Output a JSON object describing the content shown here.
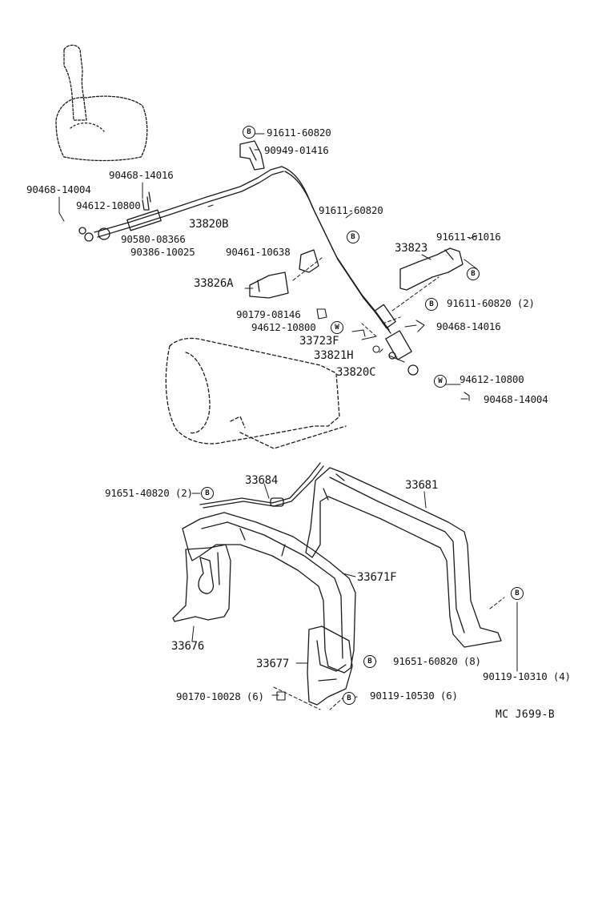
{
  "diagram": {
    "figure_ref": "MC J699-B",
    "symbols": {
      "bolt": "B",
      "washer": "W"
    },
    "parts": [
      {
        "id": "p01",
        "number": "91611-60820",
        "marker": "B"
      },
      {
        "id": "p02",
        "number": "90949-01416"
      },
      {
        "id": "p03",
        "number": "90468-14016"
      },
      {
        "id": "p04",
        "number": "90468-14004"
      },
      {
        "id": "p05",
        "number": "94612-10800"
      },
      {
        "id": "p06",
        "number": "33820B"
      },
      {
        "id": "p07",
        "number": "91611-60820"
      },
      {
        "id": "p08",
        "number": "90580-08366"
      },
      {
        "id": "p09",
        "number": "90386-10025"
      },
      {
        "id": "p10",
        "number": "90461-10638"
      },
      {
        "id": "p11",
        "number": "33823"
      },
      {
        "id": "p12",
        "number": "91611-61016"
      },
      {
        "id": "p13",
        "number": "33826A"
      },
      {
        "id": "p14",
        "number": "91611-60820 (2)",
        "marker": "B"
      },
      {
        "id": "p15",
        "number": "90179-08146"
      },
      {
        "id": "p16",
        "number": "94612-10800",
        "marker": "W"
      },
      {
        "id": "p17",
        "number": "90468-14016"
      },
      {
        "id": "p18",
        "number": "33723F"
      },
      {
        "id": "p19",
        "number": "33821H"
      },
      {
        "id": "p20",
        "number": "33820C"
      },
      {
        "id": "p21",
        "number": "94612-10800",
        "marker": "W"
      },
      {
        "id": "p22",
        "number": "90468-14004"
      },
      {
        "id": "p23",
        "number": "33684"
      },
      {
        "id": "p24",
        "number": "33681"
      },
      {
        "id": "p25",
        "number": "91651-40820 (2)",
        "marker": "B"
      },
      {
        "id": "p26",
        "number": "33671F"
      },
      {
        "id": "p27",
        "number": "33676"
      },
      {
        "id": "p28",
        "number": "33677"
      },
      {
        "id": "p29",
        "number": "91651-60820 (8)",
        "marker": "B"
      },
      {
        "id": "p30",
        "number": "90119-10310 (4)",
        "marker": "B"
      },
      {
        "id": "p31",
        "number": "90170-10028 (6)"
      },
      {
        "id": "p32",
        "number": "90119-10530 (6)",
        "marker": "B"
      }
    ]
  }
}
